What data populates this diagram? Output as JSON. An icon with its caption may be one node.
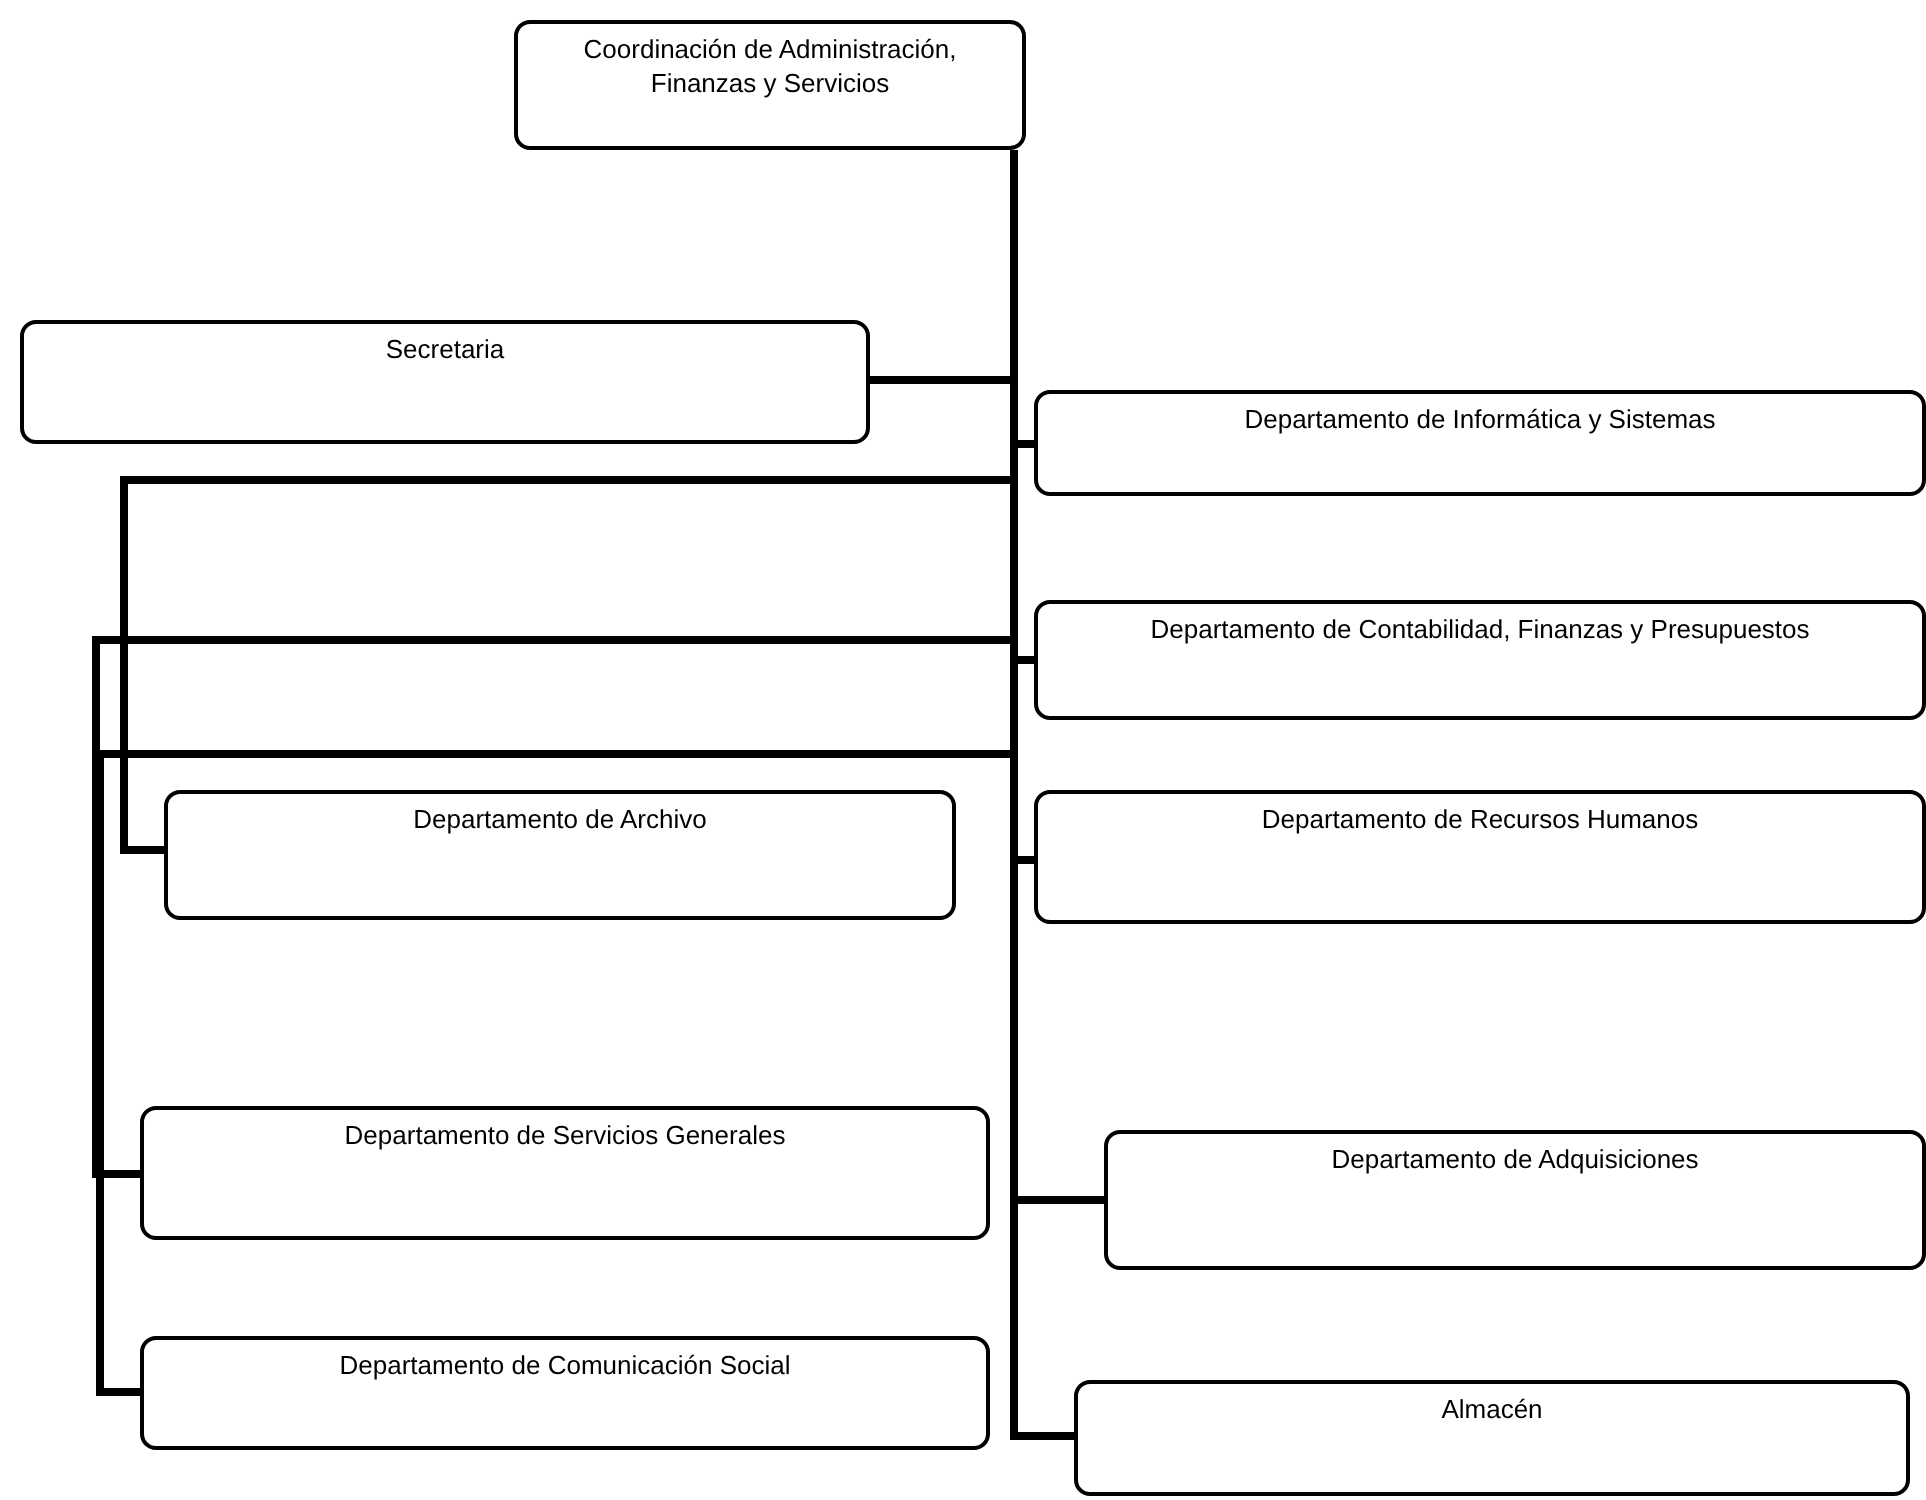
{
  "diagram": {
    "nodes": [
      {
        "text": [
          "Coordinación de Administración, Finanzas y Servicios"
        ]
      },
      {
        "text": [
          "Secretaria"
        ]
      },
      {
        "text": [
          "Departamento de Informática y Sistemas"
        ]
      },
      {
        "text": [
          "Departamento de Contabilidad, Finanzas y Presupuestos"
        ]
      },
      {
        "text": [
          "Departamento de Archivo"
        ]
      },
      {
        "text": [
          "Departamento de Recursos Humanos"
        ]
      },
      {
        "text": [
          "Departamento de Servicios Generales"
        ]
      },
      {
        "text": [
          "Departamento de Adquisiciones"
        ]
      },
      {
        "text": [
          "Departamento de Comunicación Social"
        ]
      },
      {
        "text": [
          "Almacén"
        ]
      }
    ],
    "edges": [
      {
        "from": 0,
        "to": 1,
        "arrow": "none"
      },
      {
        "from": 0,
        "to": 2,
        "arrow": "none"
      },
      {
        "from": 0,
        "to": 3,
        "arrow": "none"
      },
      {
        "from": 0,
        "to": 4,
        "arrow": "none"
      },
      {
        "from": 0,
        "to": 5,
        "arrow": "none"
      },
      {
        "from": 0,
        "to": 6,
        "arrow": "none"
      },
      {
        "from": 0,
        "to": 7,
        "arrow": "none"
      },
      {
        "from": 0,
        "to": 8,
        "arrow": "none"
      },
      {
        "from": 0,
        "to": 9,
        "arrow": "none"
      }
    ]
  }
}
